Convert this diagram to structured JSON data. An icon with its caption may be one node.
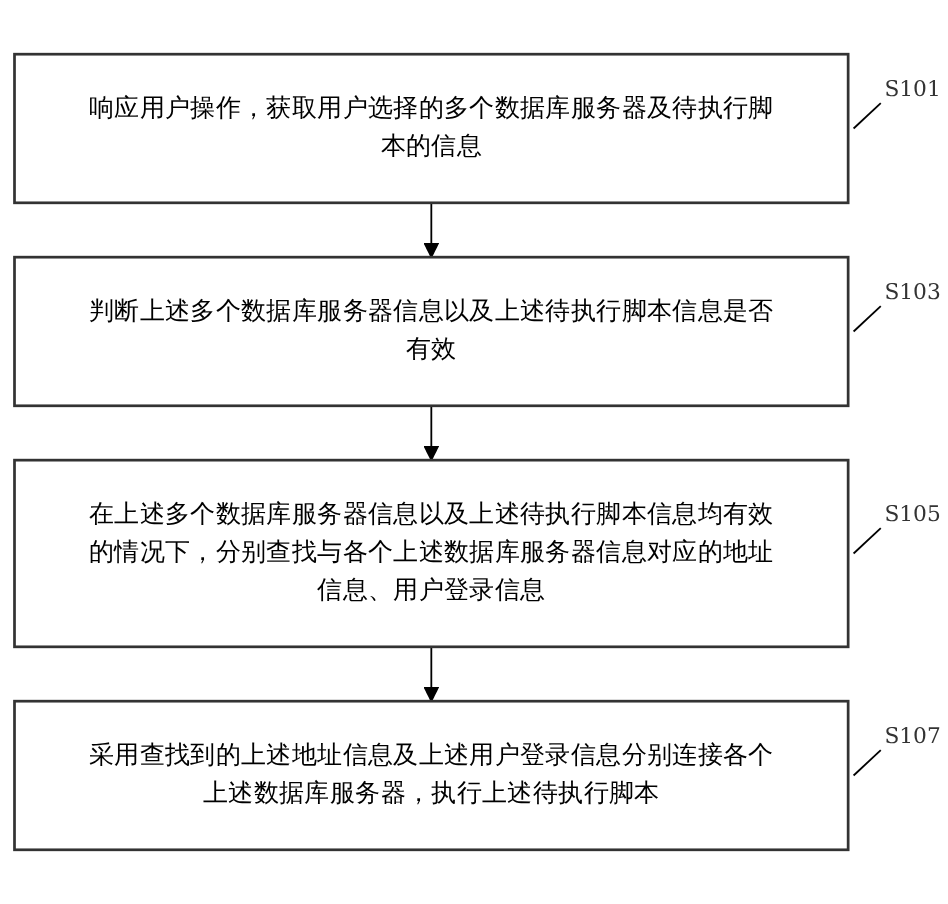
{
  "diagram": {
    "nodes": [
      {
        "text": [
          "响应用户操作，获取用户选择的多个数据库服务器及待执行脚本的信息"
        ],
        "beside": [
          "S101"
        ]
      },
      {
        "text": [
          "判断上述多个数据库服务器信息以及上述待执行脚本信息是否有效"
        ],
        "beside": [
          "S103"
        ]
      },
      {
        "text": [
          "在上述多个数据库服务器信息以及上述待执行脚本信息均有效的情况下，分别查找与各个上述数据库服务器信息对应的地址信息、用户登录信息"
        ],
        "beside": [
          "S105"
        ]
      },
      {
        "text": [
          "采用查找到的上述地址信息及上述用户登录信息分别连接各个上述数据库服务器，执行上述待执行脚本"
        ],
        "beside": [
          "S107"
        ]
      }
    ],
    "edges": [
      {
        "from": 0,
        "to": 1,
        "arrow": "to"
      },
      {
        "from": 1,
        "to": 2,
        "arrow": "to"
      },
      {
        "from": 2,
        "to": 3,
        "arrow": "to"
      }
    ]
  }
}
